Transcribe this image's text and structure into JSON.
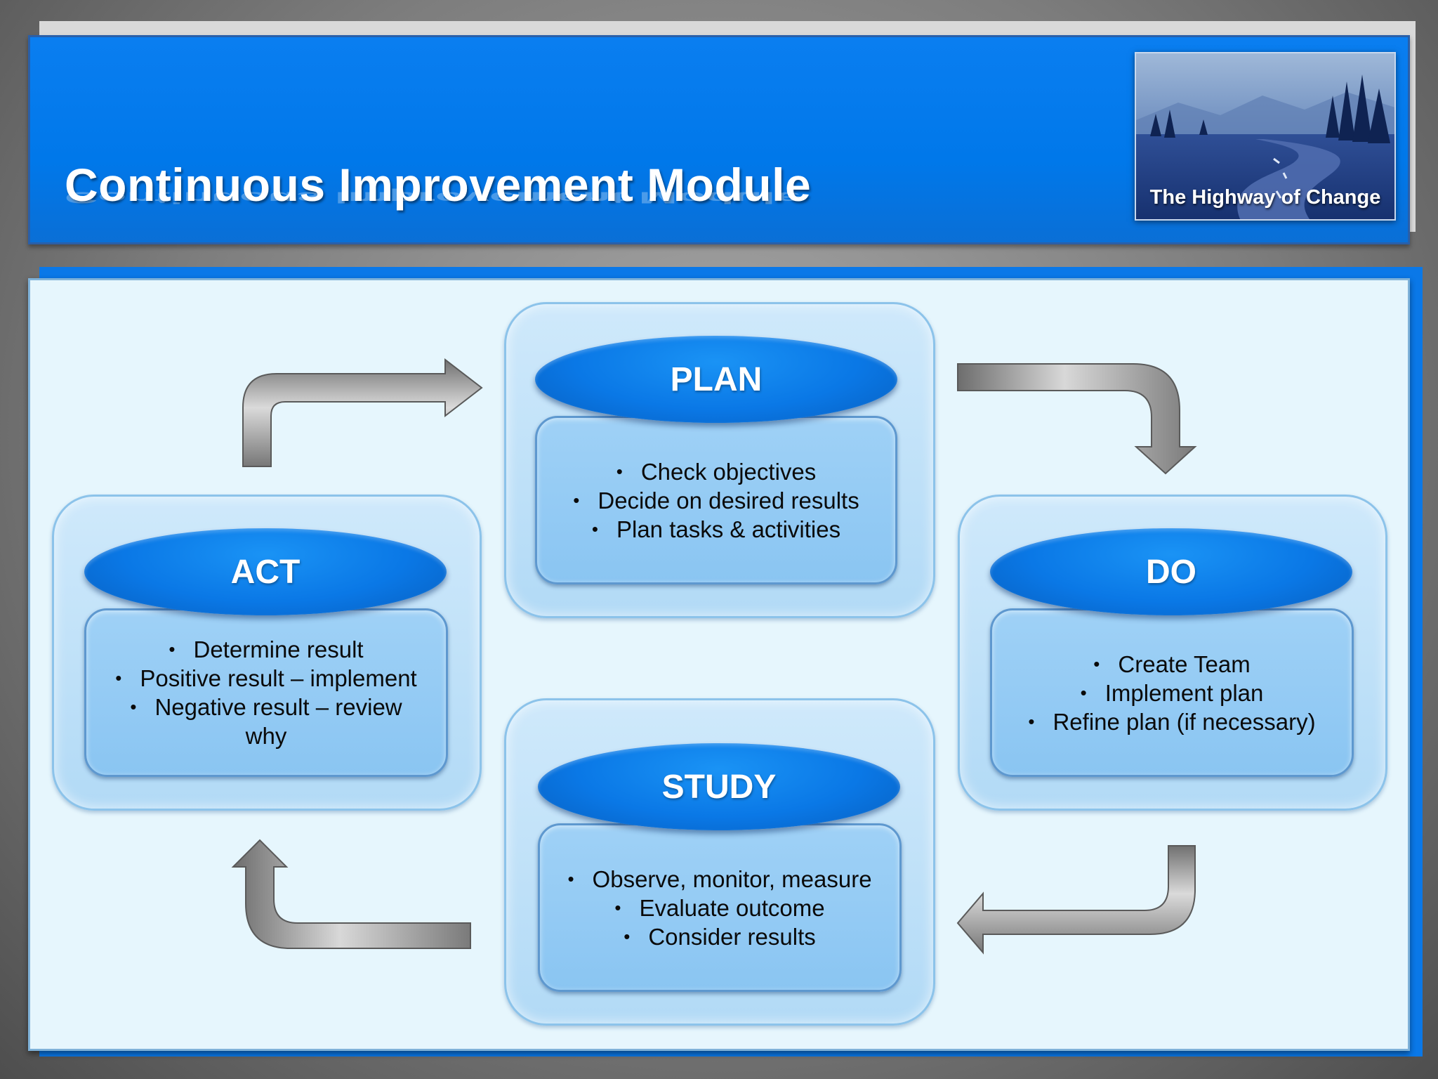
{
  "header": {
    "title": "Continuous Improvement Module",
    "logo_caption": "The Highway of Change"
  },
  "cycle": {
    "plan": {
      "label": "PLAN",
      "items": [
        "Check objectives",
        "Decide on desired results",
        "Plan tasks & activities"
      ]
    },
    "do": {
      "label": "DO",
      "items": [
        "Create Team",
        "Implement plan",
        "Refine plan (if necessary)"
      ]
    },
    "study": {
      "label": "STUDY",
      "items": [
        "Observe, monitor, measure",
        "Evaluate outcome",
        "Consider results"
      ]
    },
    "act": {
      "label": "ACT",
      "items": [
        "Determine result",
        "Positive result – implement",
        "Negative result – review why"
      ]
    }
  },
  "colors": {
    "header_blue": "#0078ea",
    "pill_blue": "#0a78e6",
    "panel_bg": "#e6f6fd",
    "arrow_gray": "#9a9a9a"
  },
  "icons": [
    "road-landscape-image",
    "curved-arrow-icon"
  ]
}
